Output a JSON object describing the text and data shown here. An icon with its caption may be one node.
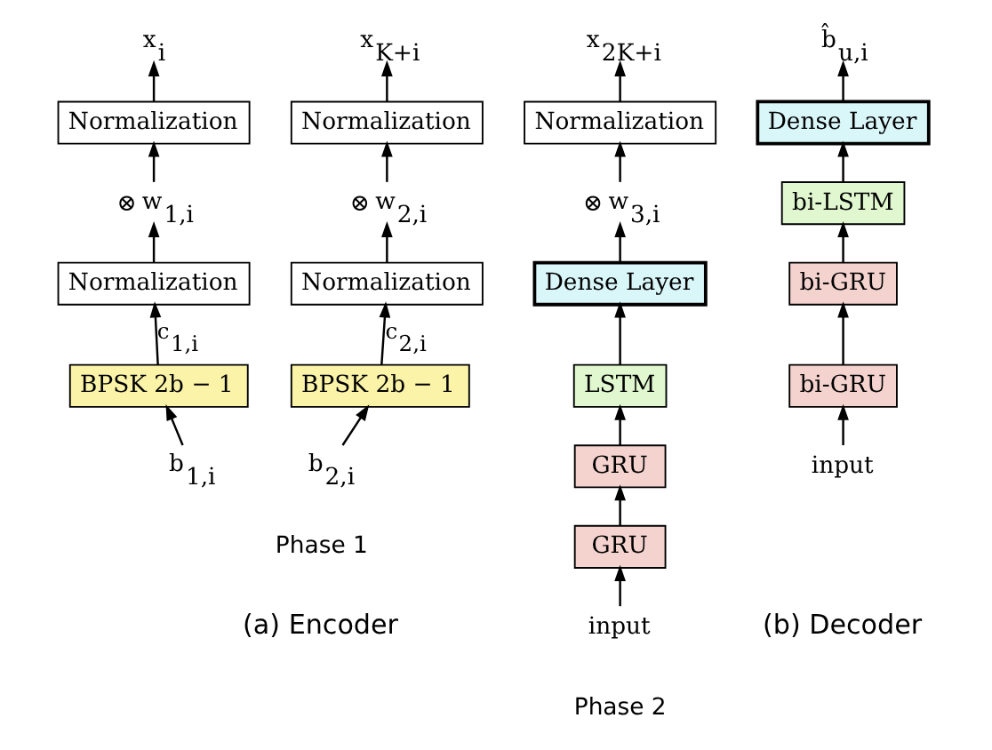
{
  "diagram": {
    "nodes": [
      {
        "text": [
          "x$_{i}$"
        ]
      },
      {
        "text": [
          "Normalization"
        ]
      },
      {
        "text": [
          "⊗"
        ],
        "beside": [
          "w$_{1,i}$"
        ]
      },
      {
        "text": [
          "Normalization"
        ]
      },
      {
        "text": [
          "BPSK 2b − 1"
        ]
      },
      {
        "text": [
          "b$_{1,i}$"
        ]
      },
      {
        "text": [
          "x$_{K+i}$"
        ]
      },
      {
        "text": [
          "Normalization"
        ]
      },
      {
        "text": [
          "⊗"
        ],
        "beside": [
          "w$_{2,i}$"
        ]
      },
      {
        "text": [
          "Normalization"
        ]
      },
      {
        "text": [
          "BPSK 2b − 1"
        ]
      },
      {
        "text": [
          "b$_{2,i}$"
        ]
      },
      {
        "text": [
          "x$_{2K+i}$"
        ]
      },
      {
        "text": [
          "Normalization"
        ]
      },
      {
        "text": [
          "⊗"
        ],
        "beside": [
          "w$_{3,i}$"
        ]
      },
      {
        "text": [
          "Dense Layer"
        ]
      },
      {
        "text": [
          "LSTM"
        ]
      },
      {
        "text": [
          "GRU"
        ]
      },
      {
        "text": [
          "GRU"
        ]
      },
      {
        "text": [
          "input"
        ]
      },
      {
        "text": [
          "b̂$_{u,i}$"
        ]
      },
      {
        "text": [
          "Dense Layer"
        ]
      },
      {
        "text": [
          "bi-LSTM"
        ]
      },
      {
        "text": [
          "bi-GRU"
        ]
      },
      {
        "text": [
          "bi-GRU"
        ]
      },
      {
        "text": [
          "input"
        ]
      }
    ],
    "edges": [
      {
        "from": 5,
        "to": 4,
        "arrow": "to"
      },
      {
        "from": 4,
        "to": 3,
        "arrow": "to",
        "label": "c$_{1,i}$"
      },
      {
        "from": 3,
        "to": 2,
        "arrow": "to"
      },
      {
        "from": 2,
        "to": 1,
        "arrow": "to"
      },
      {
        "from": 1,
        "to": 0,
        "arrow": "to"
      },
      {
        "from": 11,
        "to": 10,
        "arrow": "to"
      },
      {
        "from": 10,
        "to": 9,
        "arrow": "to",
        "label": "c$_{2,i}$"
      },
      {
        "from": 9,
        "to": 8,
        "arrow": "to"
      },
      {
        "from": 8,
        "to": 7,
        "arrow": "to"
      },
      {
        "from": 7,
        "to": 6,
        "arrow": "to"
      },
      {
        "from": 19,
        "to": 18,
        "arrow": "to"
      },
      {
        "from": 18,
        "to": 17,
        "arrow": "to"
      },
      {
        "from": 17,
        "to": 16,
        "arrow": "to"
      },
      {
        "from": 16,
        "to": 15,
        "arrow": "to"
      },
      {
        "from": 15,
        "to": 14,
        "arrow": "to"
      },
      {
        "from": 14,
        "to": 13,
        "arrow": "to"
      },
      {
        "from": 13,
        "to": 12,
        "arrow": "to"
      },
      {
        "from": 25,
        "to": 24,
        "arrow": "to"
      },
      {
        "from": 24,
        "to": 23,
        "arrow": "to"
      },
      {
        "from": 23,
        "to": 22,
        "arrow": "to"
      },
      {
        "from": 22,
        "to": 21,
        "arrow": "to"
      },
      {
        "from": 21,
        "to": 20,
        "arrow": "to"
      }
    ],
    "labels": [
      "Phase 1",
      "Phase 2",
      "(a) Encoder",
      "(b) Decoder"
    ]
  }
}
